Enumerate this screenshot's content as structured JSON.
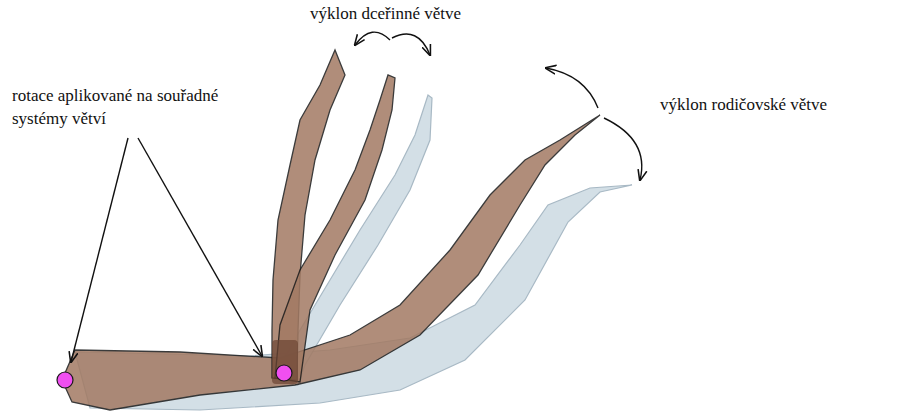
{
  "diagram": {
    "labels": [
      "výklon dceřinné větve",
      "rotace aplikované na souřadné systémy větví",
      "výklon rodičovské větve"
    ]
  }
}
